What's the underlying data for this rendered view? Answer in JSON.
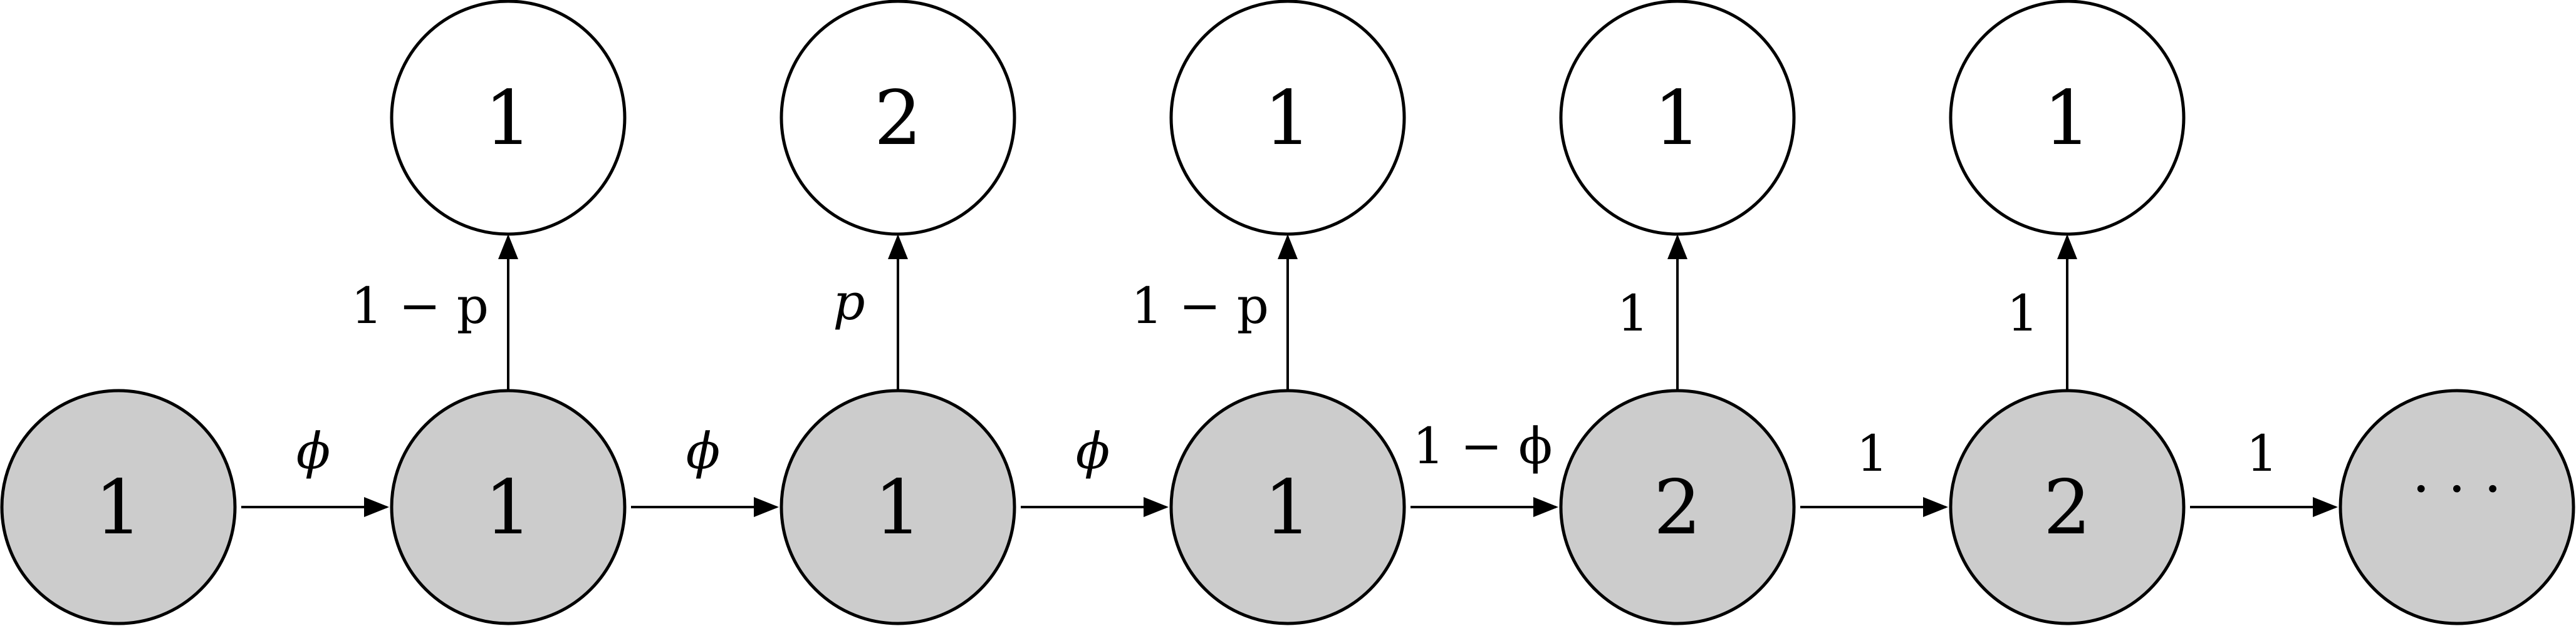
{
  "diagram": {
    "bottom_nodes": [
      {
        "label": "1"
      },
      {
        "label": "1"
      },
      {
        "label": "1"
      },
      {
        "label": "1"
      },
      {
        "label": "2"
      },
      {
        "label": "2"
      },
      {
        "label": "· · ·"
      }
    ],
    "top_nodes": [
      {
        "label": "1",
        "edge_label": "1 − p"
      },
      {
        "label": "2",
        "edge_label": "p"
      },
      {
        "label": "1",
        "edge_label": "1 − p"
      },
      {
        "label": "1",
        "edge_label": "1"
      },
      {
        "label": "1",
        "edge_label": "1"
      }
    ],
    "horizontal_edges": [
      {
        "label": "ϕ"
      },
      {
        "label": "ϕ"
      },
      {
        "label": "ϕ"
      },
      {
        "label": "1 − ϕ"
      },
      {
        "label": "1"
      },
      {
        "label": "1"
      }
    ],
    "colors": {
      "bottom_fill": "#cccccc",
      "top_fill": "#ffffff",
      "stroke": "#000000"
    }
  }
}
